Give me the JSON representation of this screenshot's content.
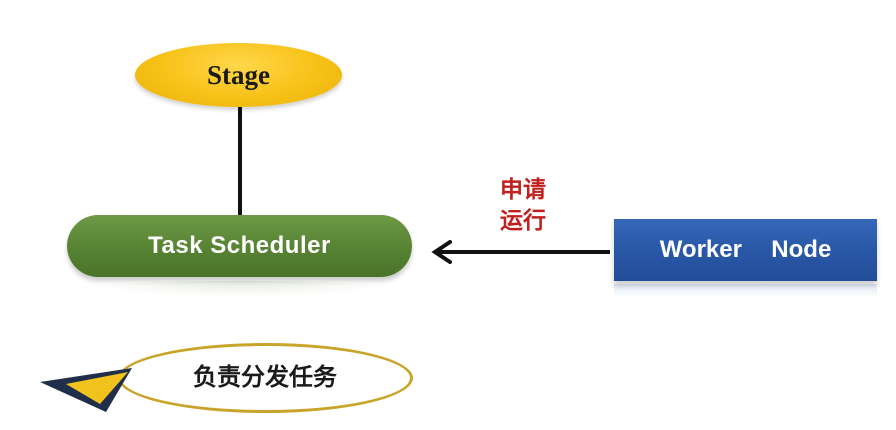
{
  "diagram": {
    "stage": {
      "label": "Stage",
      "color": "#f7c117"
    },
    "task_scheduler": {
      "label": "Task Scheduler",
      "color": "#5a8636"
    },
    "worker_node": {
      "label": "Worker  Node",
      "color": "#2a58a8"
    },
    "request": {
      "line1": "申请",
      "line2": "运行",
      "color": "#c0201e"
    },
    "note": {
      "label": "负责分发任务",
      "border_color": "#c9a42a"
    },
    "edges": [
      {
        "from": "stage",
        "to": "task_scheduler",
        "style": "line"
      },
      {
        "from": "worker_node",
        "to": "task_scheduler",
        "style": "arrow"
      }
    ]
  }
}
